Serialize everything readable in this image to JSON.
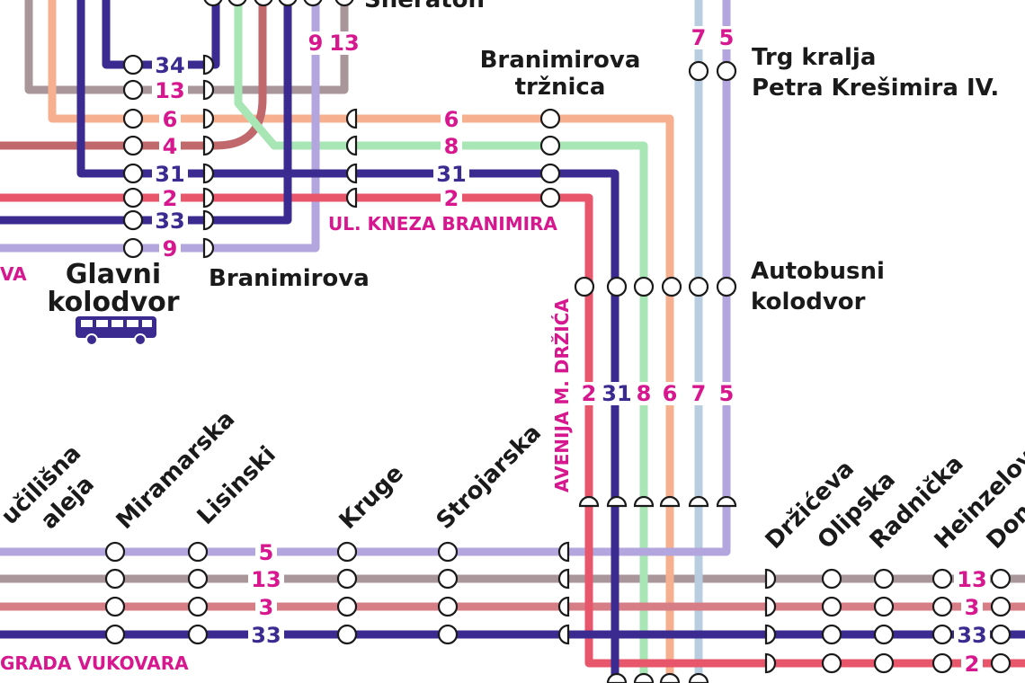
{
  "colors": {
    "l2": "#e8566b",
    "l3": "#d67d86",
    "l4": "#c0686b",
    "l5": "#b3a6de",
    "l6": "#f7b08f",
    "l7": "#b8cde0",
    "l8": "#a9e6b5",
    "l9": "#b3a6de",
    "l13": "#a8969a",
    "l31": "#3b2a8f",
    "l33": "#3b2a8f",
    "l34": "#3b2a8f",
    "labelMagenta": "#d6178e",
    "labelNavy": "#3b2a8f",
    "stationText": "#1a1a1a"
  },
  "stations": {
    "sheraton": "Sheraton",
    "trg_kralja_1": "Trg kralja",
    "trg_kralja_2": "Petra Krešimira IV.",
    "branimirova_trznica_1": "Branimirova",
    "branimirova_trznica_2": "tržnica",
    "glavni_kolodvor_1": "Glavni",
    "glavni_kolodvor_2": "kolodvor",
    "branimirova": "Branimirova",
    "autobusni_1": "Autobusni",
    "autobusni_2": "kolodvor",
    "uciliSna": "učilišna",
    "aleja": "aleja",
    "miramarska": "Miramarska",
    "lisinski": "Lisinski",
    "kruge": "Kruge",
    "strojarska": "Strojarska",
    "drziceva": "Držićeva",
    "olipska": "Olipska",
    "radnicka": "Radnička",
    "heinzelova": "Heinzelov",
    "don": "Don"
  },
  "streets": {
    "kneza_branimira": "UL. KNEZA BRANIMIRA",
    "drzica": "AVENIJA M. DRŽIĆA",
    "vukovara": "GRADA VUKOVARA",
    "left_cut": "VA"
  },
  "line_labels": {
    "glavni": [
      "34",
      "13",
      "6",
      "4",
      "31",
      "2",
      "33",
      "9"
    ],
    "branimir_street": [
      "6",
      "8",
      "31",
      "2"
    ],
    "top_9": "9",
    "top_13": "13",
    "top_7": "7",
    "top_5": "5",
    "drzica_vertical": [
      "2",
      "31",
      "8",
      "6",
      "7",
      "5"
    ],
    "vukovar_left": [
      "5",
      "13",
      "3",
      "33"
    ],
    "vukovar_right": [
      "13",
      "3",
      "33",
      "2"
    ]
  },
  "icons": {
    "bus": "bus-icon"
  }
}
